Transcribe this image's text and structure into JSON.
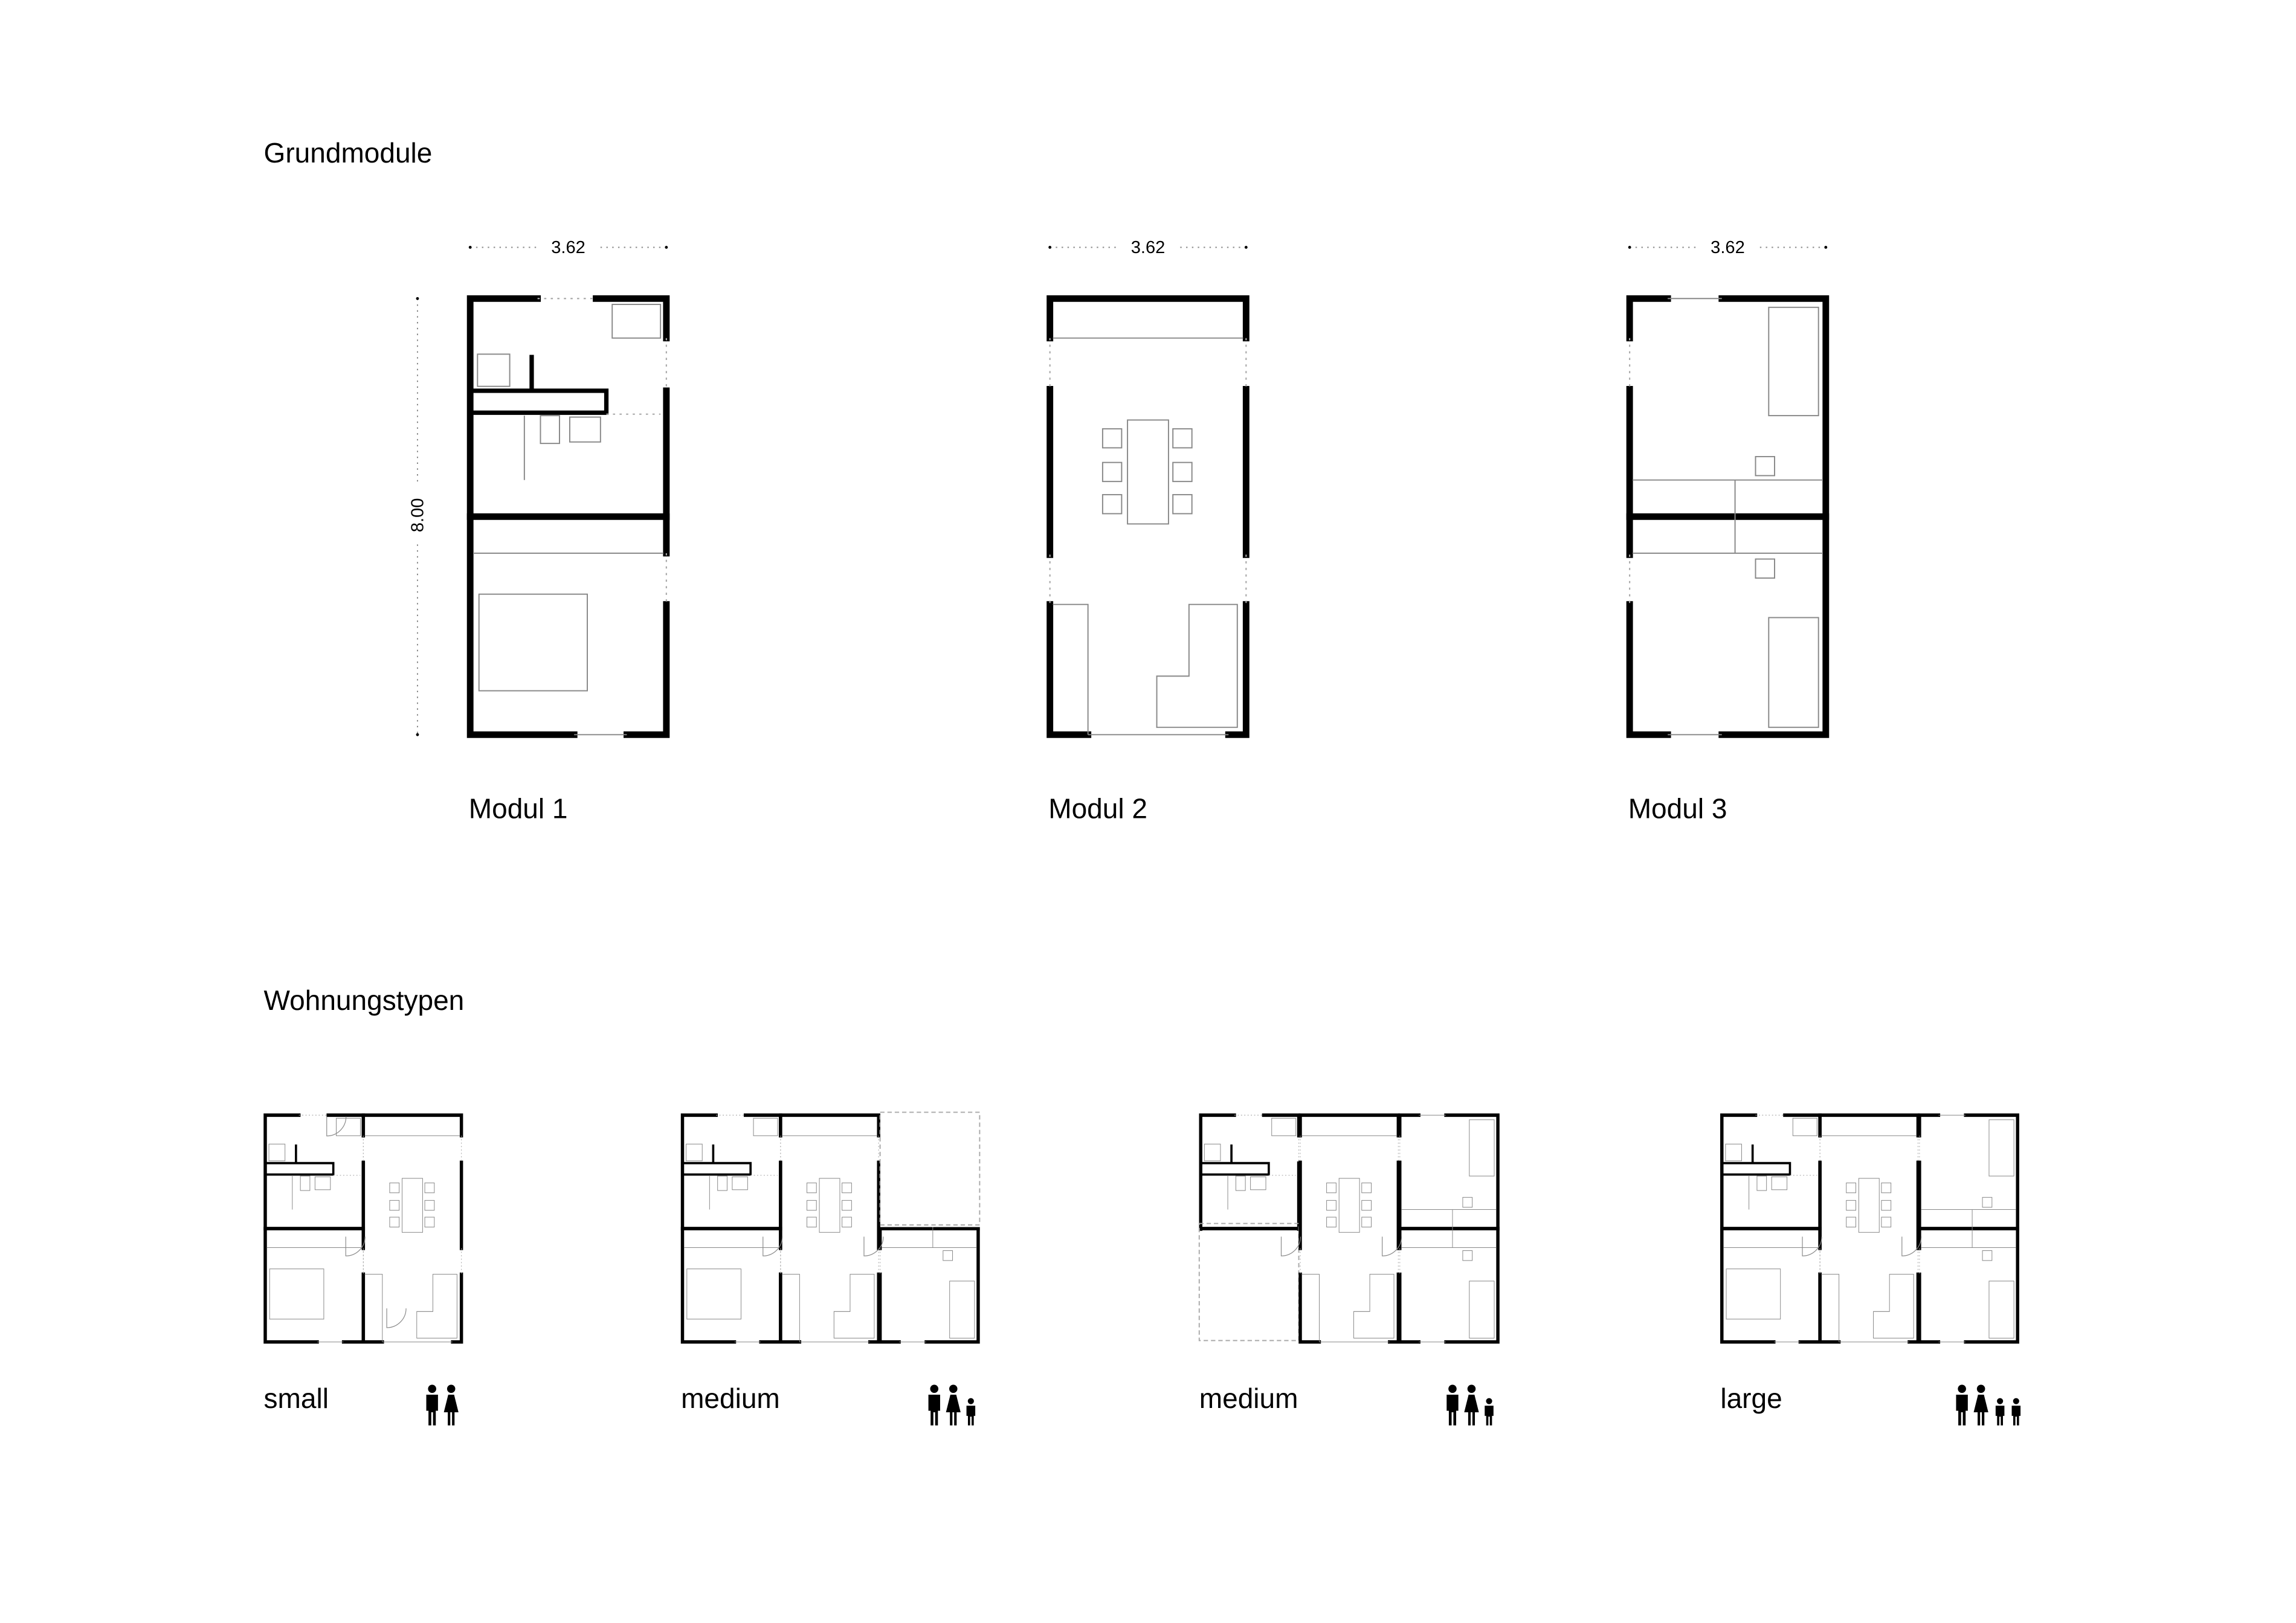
{
  "sections": {
    "modules_title": "Grundmodule",
    "apartments_title": "Wohnungstypen"
  },
  "dimensions": {
    "width": "3.62",
    "length": "8.00"
  },
  "modules": [
    {
      "label": "Modul 1"
    },
    {
      "label": "Modul 2"
    },
    {
      "label": "Modul 3"
    }
  ],
  "apartments": [
    {
      "label": "small",
      "adults": 2,
      "children": 0
    },
    {
      "label": "medium",
      "adults": 2,
      "children": 1
    },
    {
      "label": "medium",
      "adults": 2,
      "children": 1
    },
    {
      "label": "large",
      "adults": 2,
      "children": 2
    }
  ],
  "colors": {
    "wall": "#000000",
    "furniture": "#888888",
    "background": "#ffffff"
  }
}
